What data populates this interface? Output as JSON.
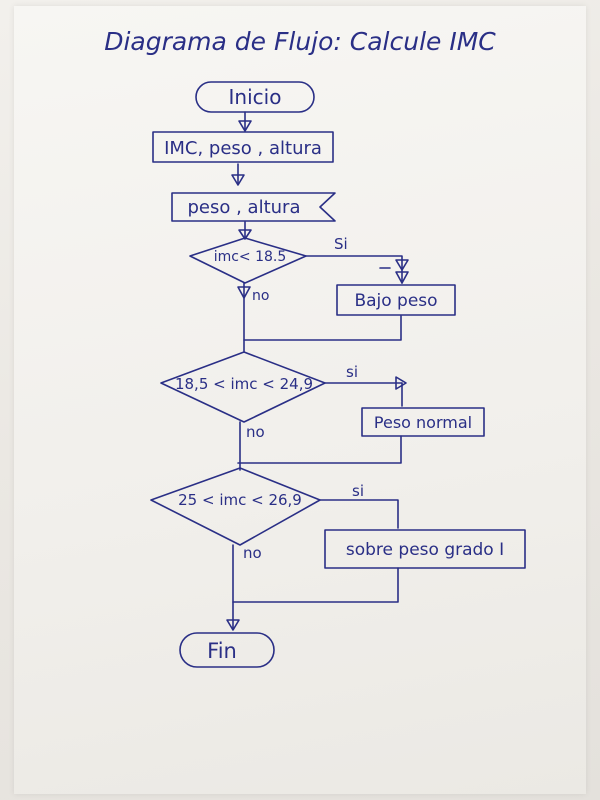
{
  "title": "Diagrama de Flujo: Calcule IMC",
  "nodes": {
    "start": "Inicio",
    "declare": "IMC, peso , altura",
    "input": "peso , altura",
    "decision1": "imc< 18.5",
    "process1": "Bajo peso",
    "decision2": "18,5 < imc < 24,9",
    "process2": "Peso normal",
    "decision3": "25 < imc < 26,9",
    "process3": "sobre peso grado I",
    "end": "Fin"
  },
  "edge_labels": {
    "yes1": "Si",
    "no1": "no",
    "yes2": "si",
    "no2": "no",
    "yes3": "si",
    "no3": "no"
  },
  "colors": {
    "ink": "#2a2f86",
    "paper": "#f4f3ef"
  }
}
